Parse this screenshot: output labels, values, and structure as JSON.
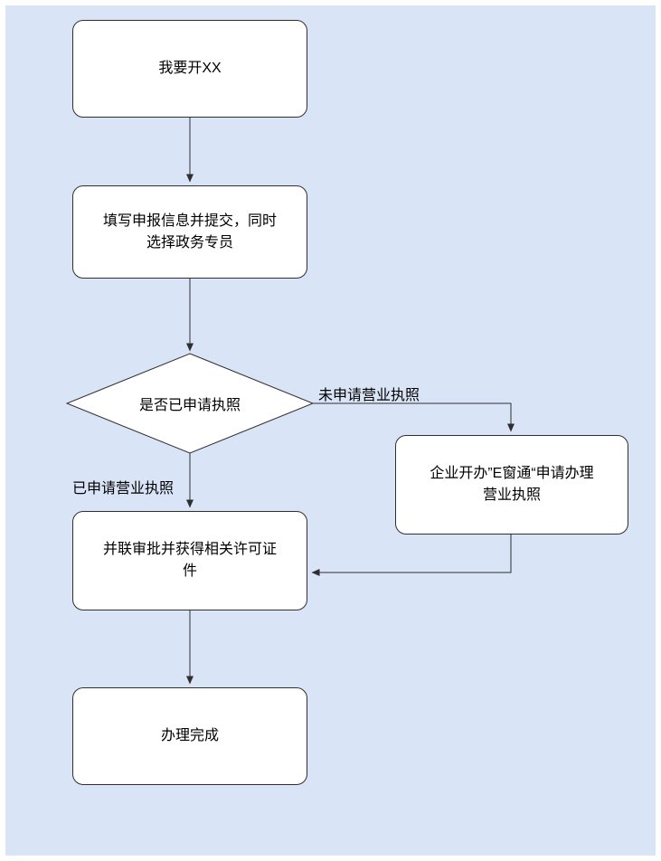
{
  "flowchart": {
    "background_color": "#d9e5f7",
    "node_fill": "#ffffff",
    "node_border_color": "#2f2f2f",
    "text_color": "#000000",
    "nodes": {
      "start": {
        "label": "我要开XX"
      },
      "fill_info": {
        "label": "填写申报信息并提交，同时\n选择政务专员"
      },
      "decision": {
        "label": "是否已申请执照"
      },
      "ewindow": {
        "label": "企业开办”E窗通“申请办理\n营业执照"
      },
      "parallel": {
        "label": "并联审批并获得相关许可证\n件"
      },
      "done": {
        "label": "办理完成"
      }
    },
    "edge_labels": {
      "not_applied": "未申请营业执照",
      "applied": "已申请营业执照"
    }
  }
}
